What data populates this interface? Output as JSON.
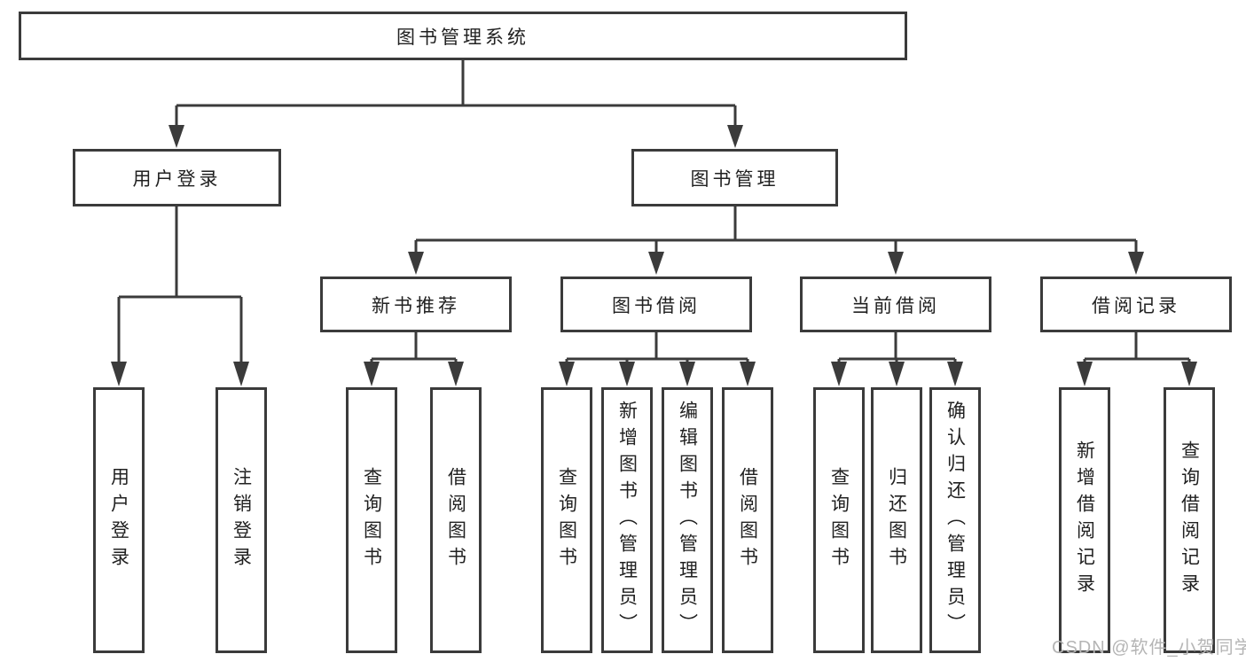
{
  "colors": {
    "line": "#3b3b3b",
    "text": "#212121",
    "watermark": "#b5b5b5",
    "background": "#ffffff"
  },
  "watermark": {
    "text": "CSDN @软件_小贺同学"
  },
  "tree": {
    "label": "图书管理系统",
    "children": [
      {
        "label": "用户登录",
        "children": [
          {
            "label": "用户登录"
          },
          {
            "label": "注销登录"
          }
        ]
      },
      {
        "label": "图书管理",
        "children": [
          {
            "label": "新书推荐",
            "children": [
              {
                "label": "查询图书"
              },
              {
                "label": "借阅图书"
              }
            ]
          },
          {
            "label": "图书借阅",
            "children": [
              {
                "label": "查询图书"
              },
              {
                "label": "新增图书（管理员）"
              },
              {
                "label": "编辑图书（管理员）"
              },
              {
                "label": "借阅图书"
              }
            ]
          },
          {
            "label": "当前借阅",
            "children": [
              {
                "label": "查询图书"
              },
              {
                "label": "归还图书"
              },
              {
                "label": "确认归还（管理员）"
              }
            ]
          },
          {
            "label": "借阅记录",
            "children": [
              {
                "label": "新增借阅记录"
              },
              {
                "label": "查询借阅记录"
              }
            ]
          }
        ]
      }
    ]
  }
}
